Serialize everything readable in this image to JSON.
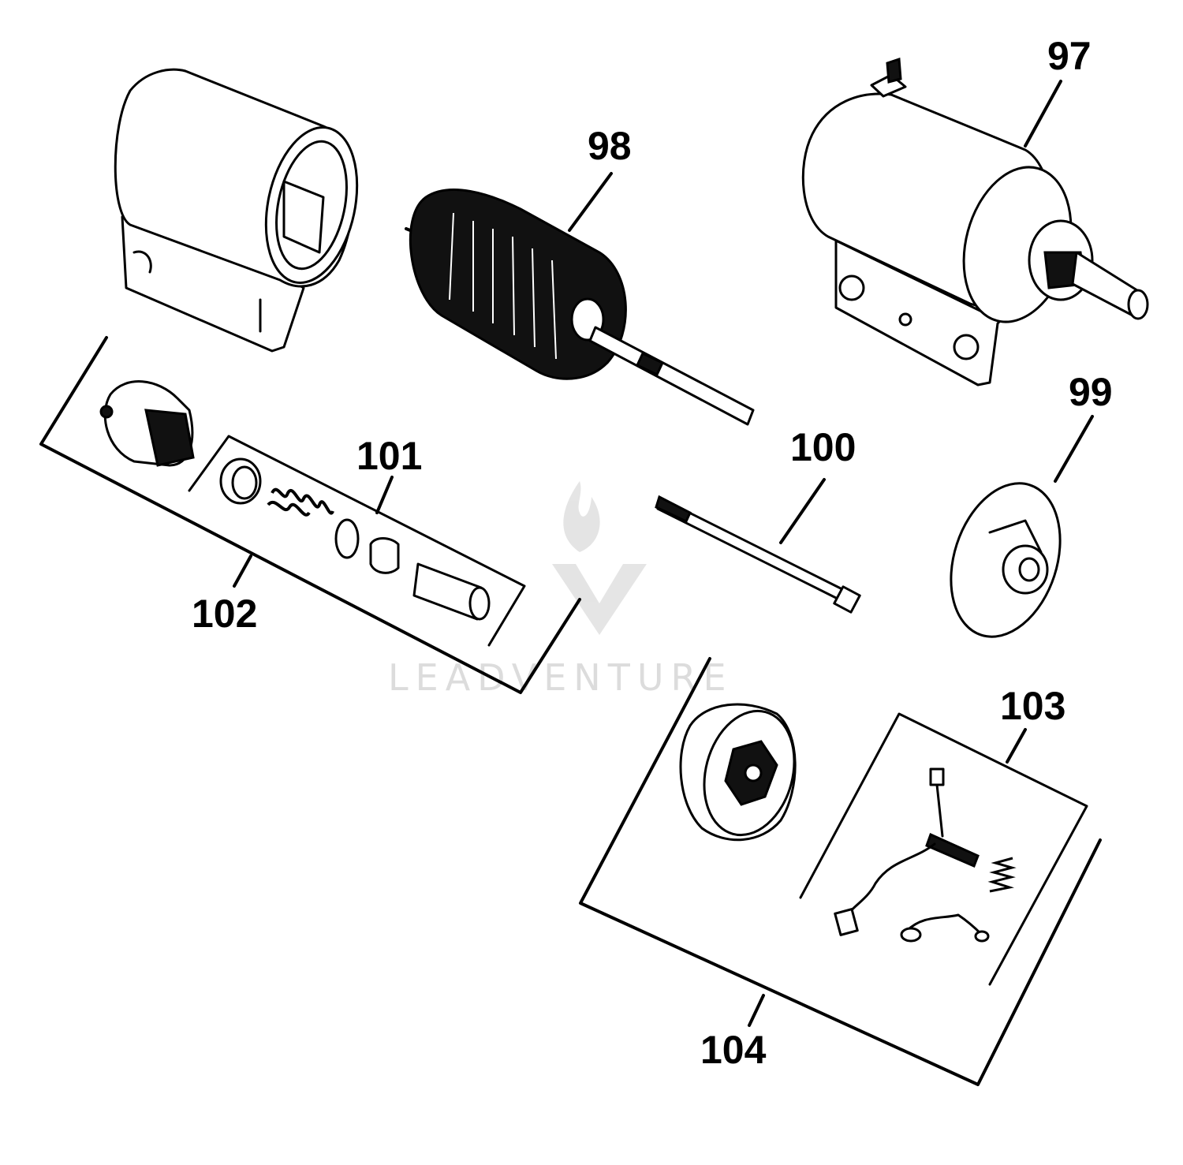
{
  "diagram": {
    "callouts": [
      {
        "id": "97",
        "label": "97"
      },
      {
        "id": "98",
        "label": "98"
      },
      {
        "id": "99",
        "label": "99"
      },
      {
        "id": "100",
        "label": "100"
      },
      {
        "id": "101",
        "label": "101"
      },
      {
        "id": "102",
        "label": "102"
      },
      {
        "id": "103",
        "label": "103"
      },
      {
        "id": "104",
        "label": "104"
      }
    ],
    "watermark": {
      "text": "LEADVENTURE"
    }
  },
  "colors": {
    "line": "#000000",
    "background": "#ffffff",
    "watermark": "#dcdcdc"
  }
}
